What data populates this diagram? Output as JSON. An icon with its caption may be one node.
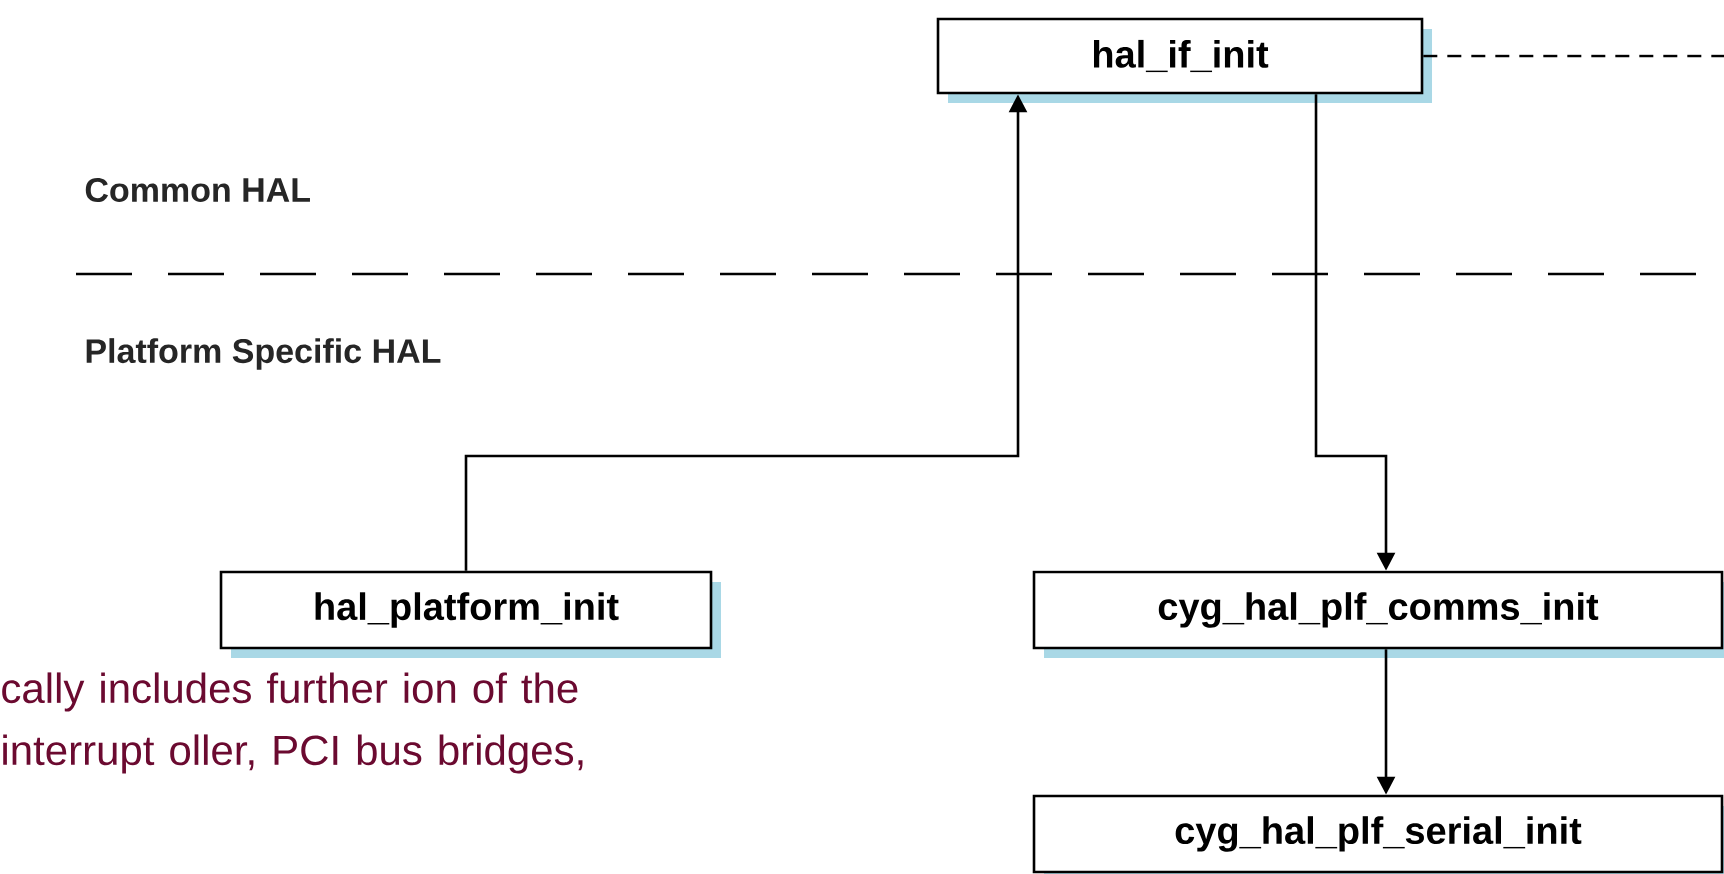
{
  "diagram": {
    "nodes": [
      {
        "text": [
          "hal_if_init"
        ]
      },
      {
        "text": [
          "hal_platform_init"
        ]
      },
      {
        "text": [
          "cyg_hal_plf_comms_init"
        ]
      },
      {
        "text": [
          "cyg_hal_plf_serial_init"
        ]
      }
    ],
    "edges": [
      {
        "from": 1,
        "to": 0,
        "arrow": "to"
      },
      {
        "from": 0,
        "to": 2,
        "arrow": "to"
      },
      {
        "from": 2,
        "to": 3,
        "arrow": "to"
      },
      {
        "from": 0,
        "to": null,
        "arrow": "none",
        "style": "dashed"
      }
    ],
    "labels": [
      "Common HAL",
      "Platform Specific HAL",
      "cally includes further ion of the interrupt oller, PCI bus bridges,"
    ]
  }
}
